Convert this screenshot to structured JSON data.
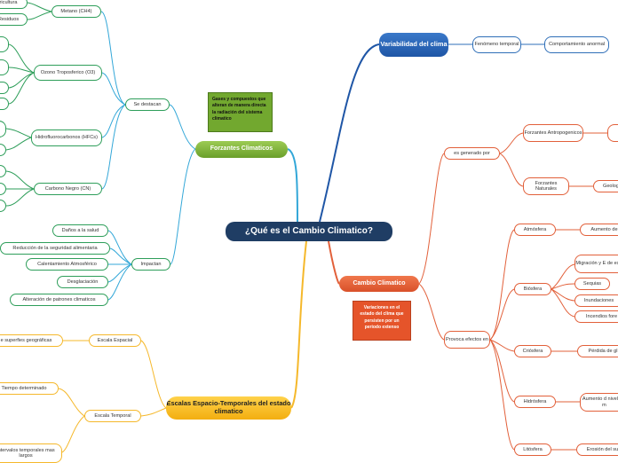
{
  "root": {
    "title": "¿Qué es el Cambio Climatico?"
  },
  "variabilidad": {
    "title": "Variabilidad del clima",
    "fenomeno": "Fenómeno temporal",
    "comportamiento": "Comportamiento anormal"
  },
  "forzantes": {
    "title": "Forzantes Climaticos",
    "note": "Gases y compuestos que alteran de manera directa la radiación del sistema climatico",
    "se_destacan": "Se destacan",
    "metano": "Metano (CH4)",
    "agricultura": "ricultura",
    "residuos": "Residuos",
    "ozono": "Ozono Troposferico (O3)",
    "hfc": "Hidrofluorocarbonos (HFCs)",
    "carbono": "Carbono Negro (CN)",
    "impactan": "Impactan",
    "impactos": [
      "Daños a la salud",
      "Reducción de la seguridad alimentaria",
      "Calentamiento Atmosférico",
      "Desglaciación",
      "Alteración de patrones climaticos"
    ]
  },
  "cambio": {
    "title": "Cambio Climatico",
    "note": "Variaciones en el estado del clima que persisten por un periodo extenso",
    "generado": "es generado por",
    "antropogenicos": "Forzantes Antropogenicos",
    "naturales": "Forzantes Naturales",
    "geolog": "Geolog",
    "provoca": "Provoca efectos en",
    "atmosfera": "Atmósfera",
    "aumento_de": "Aumento de",
    "biosfera": "Biósfera",
    "migracion": "Migración y E de espec",
    "sequias": "Sequias",
    "inundaciones": "Inundaciones",
    "incendios": "Incendios fore",
    "criosfera": "Criósfera",
    "perdida": "Pérdida de gl",
    "hidrosfera": "Hidrósfera",
    "aumento_nivel": "Aumento d nivel del m",
    "litosfera": "Litósfera",
    "erosion": "Erosión del su"
  },
  "escalas": {
    "title": "Escalas Espacio-Temporales del estado climatico",
    "espacial": "Escala Espacial",
    "superficies": "e superfies geográficas",
    "temporal": "Escala Temporal",
    "tiempo": "Tiempo determinado",
    "intervalos": "intervalos temporales mas largos"
  },
  "colors": {
    "blue": "#2f6fb8",
    "green": "#2e9e5a",
    "red": "#e2603a",
    "yellow": "#f5b82b",
    "light_blue": "#33a7d8"
  }
}
